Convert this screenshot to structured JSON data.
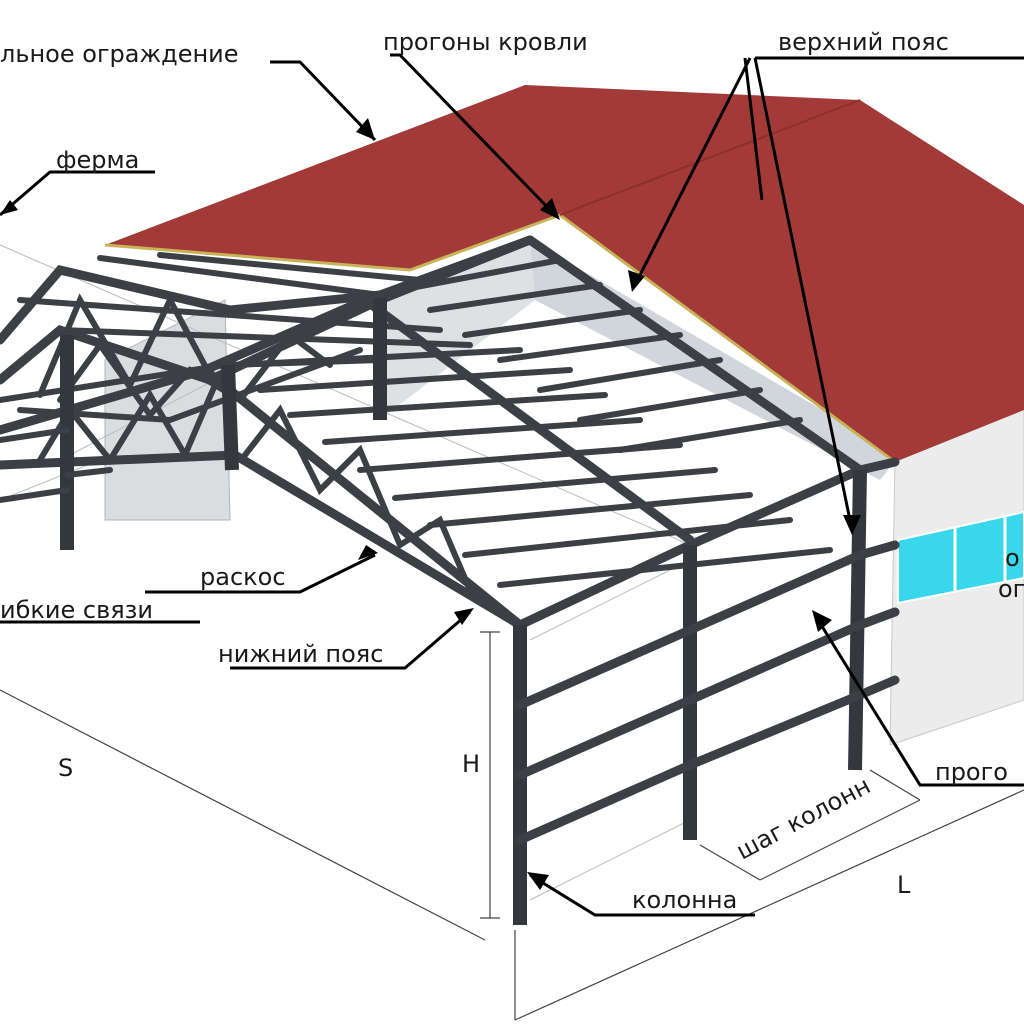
{
  "labels": {
    "wall_cladding": "льное ограждение",
    "roof_purlins": "прогоны кровли",
    "top_chord": "верхний пояс",
    "truss": "ферма",
    "diagonal": "раскос",
    "flexible_bracing": "ибкие связи",
    "bottom_chord": "нижний пояс",
    "right_label_1": "о",
    "right_label_2": "ог",
    "wall_purlins": "прого",
    "column": "колонна",
    "column_step": "шаг колонн",
    "dim_s": "S",
    "dim_h": "H",
    "dim_l": "L"
  },
  "colors": {
    "roof": "#a23a37",
    "steel": "#3c3f44",
    "wall_panel": "#ececec",
    "window": "#39d7ec"
  }
}
